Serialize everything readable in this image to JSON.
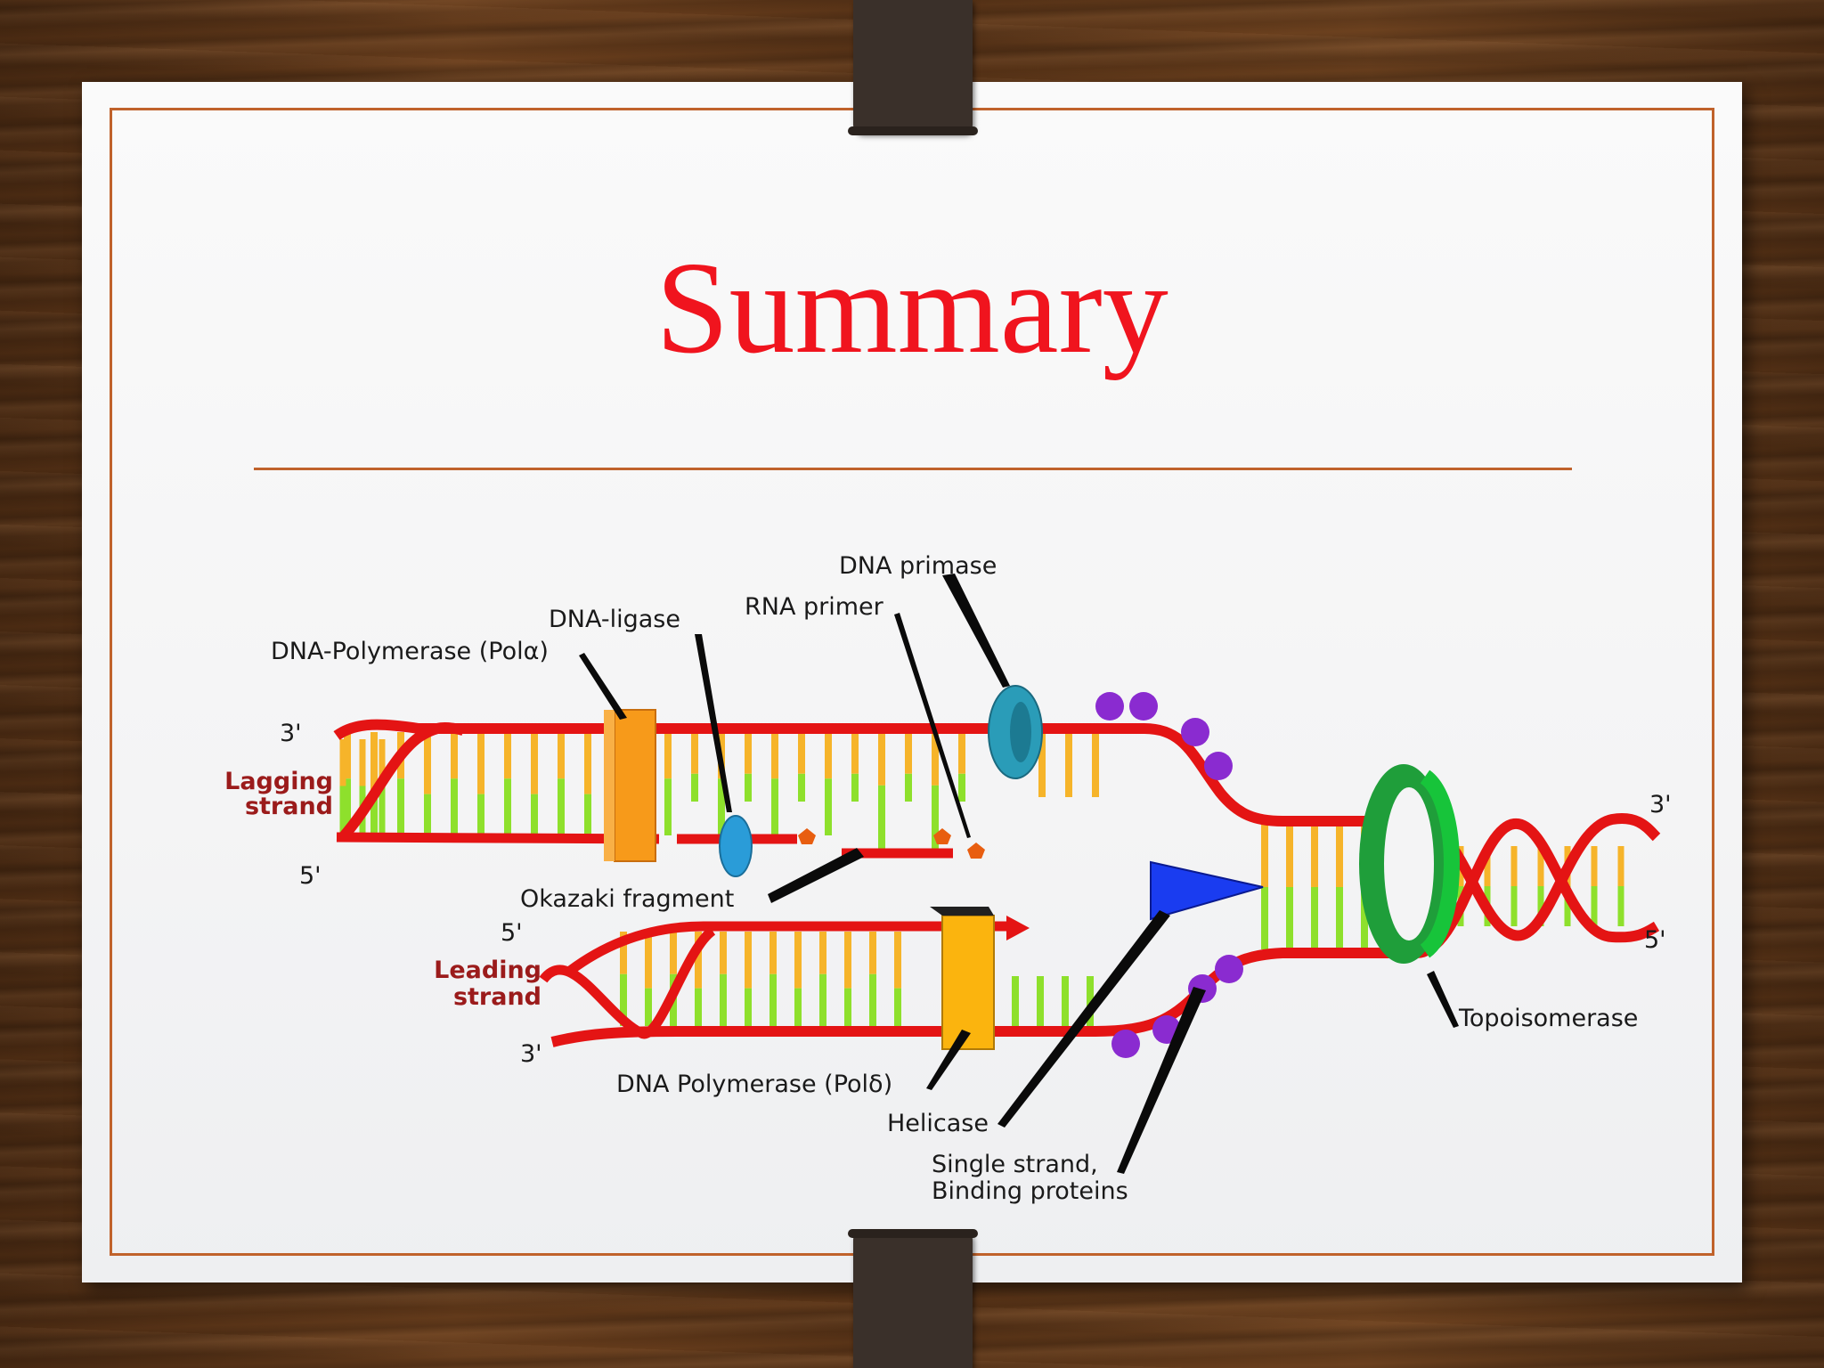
{
  "slide": {
    "title": "Summary"
  },
  "diagram": {
    "labels": {
      "dna_primase": "DNA primase",
      "rna_primer": "RNA primer",
      "dna_ligase": "DNA-ligase",
      "dna_polymerase_alpha": "DNA-Polymerase (Polα)",
      "okazaki_fragment": "Okazaki fragment",
      "dna_polymerase_delta": "DNA Polymerase (Polδ)",
      "helicase": "Helicase",
      "ssb_line1": "Single strand,",
      "ssb_line2": "Binding proteins",
      "topoisomerase": "Topoisomerase",
      "lagging_line1": "Lagging",
      "lagging_line2": "strand",
      "leading_line1": "Leading",
      "leading_line2": "strand",
      "lag_top_end": "3'",
      "lag_bottom_end": "5'",
      "lead_top_end": "5'",
      "lead_bottom_end": "3'",
      "parent_top_end": "3'",
      "parent_bottom_end": "5'"
    },
    "colors": {
      "backbone": "#e41414",
      "base_yellow": "#f6b42a",
      "base_green": "#8ee02c",
      "polymerase": "#f79a1a",
      "primase": "#2a9cb8",
      "helicase": "#1a3cf0",
      "topoisomerase": "#1f9e3a",
      "ssb": "#8a2bd0",
      "strand_label": "#9b1b1b"
    }
  }
}
